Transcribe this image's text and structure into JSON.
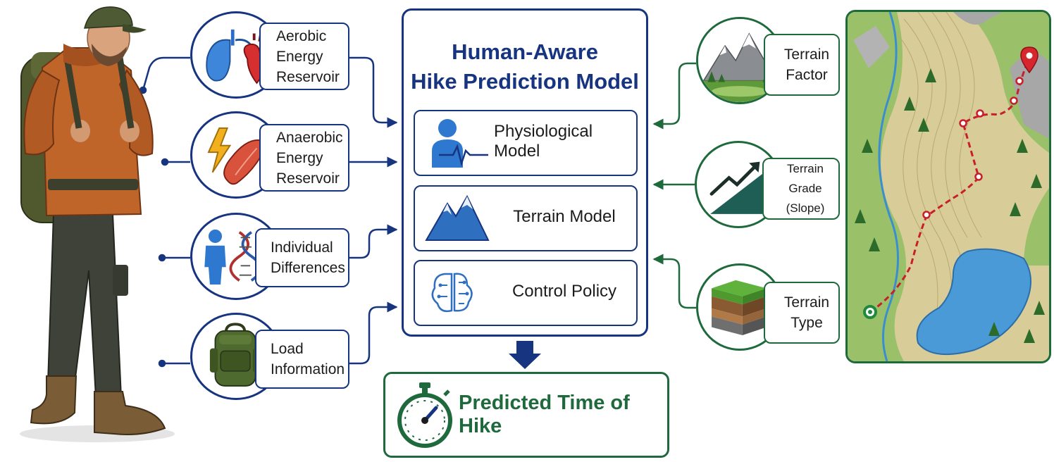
{
  "colors": {
    "primary_blue": "#16347f",
    "primary_green": "#1f6a3c",
    "route_red": "#c7202a",
    "text_dark": "#1c1c1c"
  },
  "inputs": [
    {
      "id": "aerobic",
      "lines": [
        "Aerobic",
        "Energy",
        "Reservoir"
      ],
      "icon": "lungs-heart-icon"
    },
    {
      "id": "anaerobic",
      "lines": [
        "Anaerobic",
        "Energy",
        "Reservoir"
      ],
      "icon": "muscle-lightning-icon"
    },
    {
      "id": "individual",
      "lines": [
        "Individual",
        "Differences"
      ],
      "icon": "person-dna-icon"
    },
    {
      "id": "load",
      "lines": [
        "Load",
        "Information"
      ],
      "icon": "backpack-icon"
    }
  ],
  "model": {
    "title_lines": [
      "Human-Aware",
      "Hike Prediction Model"
    ],
    "components": [
      {
        "label": "Physiological Model",
        "icon": "person-heartbeat-icon"
      },
      {
        "label": "Terrain Model",
        "icon": "mountain-icon"
      },
      {
        "label": "Control Policy",
        "icon": "circuit-brain-icon"
      }
    ]
  },
  "terrain": [
    {
      "id": "factor",
      "lines": [
        "Terrain",
        "Factor"
      ],
      "icon": "mountain-landscape-icon"
    },
    {
      "id": "grade",
      "lines": [
        "Terrain Grade",
        "(Slope)"
      ],
      "icon": "slope-chart-icon"
    },
    {
      "id": "type",
      "lines": [
        "Terrain",
        "Type"
      ],
      "icon": "soil-layers-icon"
    }
  ],
  "output": {
    "label": "Predicted Time of Hike",
    "icon": "stopwatch-icon"
  }
}
